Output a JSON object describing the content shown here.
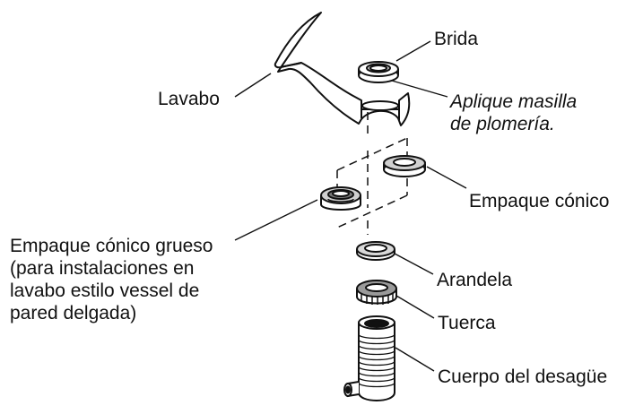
{
  "labels": {
    "brida": "Brida",
    "masilla_line1": "Aplique masilla",
    "masilla_line2": "de plomería.",
    "lavabo": "Lavabo",
    "empaque_conico": "Empaque cónico",
    "grueso_line1": "Empaque cónico grueso",
    "grueso_line2": "(para instalaciones en",
    "grueso_line3": "lavabo estilo vessel de",
    "grueso_line4": "pared delgada)",
    "arandela": "Arandela",
    "tuerca": "Tuerca",
    "cuerpo": "Cuerpo del desagüe"
  },
  "colors": {
    "line": "#111111",
    "background": "#ffffff"
  }
}
